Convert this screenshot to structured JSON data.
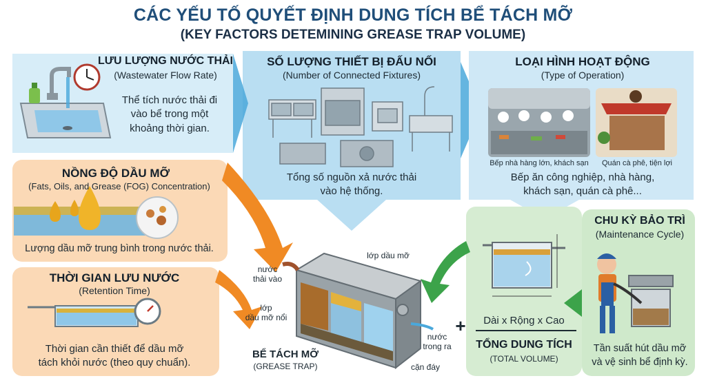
{
  "header": {
    "title": "CÁC YẾU TỐ QUYẾT ĐỊNH DUNG TÍCH BỂ TÁCH MỠ",
    "subtitle": "(KEY FACTORS DETEMINING GREASE TRAP VOLUME)"
  },
  "flow_rate": {
    "title": "LƯU LƯỢNG NƯỚC THẢI",
    "title_en": "(Wastewater Flow Rate)",
    "desc_1": "Thể tích nước thải đi",
    "desc_2": "vào bể trong một",
    "desc_3": "khoảng thời gian."
  },
  "fixtures": {
    "title": "SỐ LƯỢNG THIẾT BỊ ĐẤU NỐI",
    "title_en": "(Number of Connected Fixtures)",
    "desc_1": "Tổng số nguồn xả nước thải",
    "desc_2": "vào hệ thống."
  },
  "operation": {
    "title": "LOẠI HÌNH HOẠT ĐỘNG",
    "title_en": "(Type of Operation)",
    "photo_1_caption": "Bếp nhà hàng lớn, khách sạn",
    "photo_2_caption": "Quán cà phê, tiện lợi",
    "desc_1": "Bếp ăn công nghiệp, nhà hàng,",
    "desc_2": "khách sạn, quán cà phê..."
  },
  "fog": {
    "title": "NỒNG ĐỘ DẦU MỠ",
    "title_en": "(Fats, Oils, and Grease (FOG) Concentration)",
    "desc": "Lượng dầu mỡ trung bình trong nước thải."
  },
  "retention": {
    "title": "THỜI GIAN LƯU NƯỚC",
    "title_en": "(Retention Time)",
    "desc_1": "Thời gian cần thiết để dầu mỡ",
    "desc_2": "tách khỏi nước (theo quy chuẩn)."
  },
  "trap": {
    "inlet_1": "nước",
    "inlet_2": "thải vào",
    "grease_layer": "lớp dầu mỡ",
    "floating_1": "lớp",
    "floating_2": "dầu mỡ nổi",
    "outlet_1": "nước",
    "outlet_2": "trong ra",
    "sediment": "cặn đáy",
    "name": "BỂ TÁCH MỠ",
    "name_en": "(GREASE TRAP)"
  },
  "volume": {
    "formula": "Dài x Rộng x Cao",
    "plus": "+",
    "total": "TỔNG DUNG TÍCH",
    "total_en": "(TOTAL VOLUME)"
  },
  "maintenance": {
    "title": "CHU KỲ BẢO TRÌ",
    "title_en": "(Maintenance Cycle)",
    "desc_1": "Tần suất hút dầu mỡ",
    "desc_2": "và vệ sinh bể định kỳ."
  },
  "colors": {
    "title_blue": "#1f4e79",
    "panel_blue": "#cfe8f6",
    "panel_orange": "#fbd9b6",
    "panel_green": "#d6ecd2",
    "arrow_orange": "#f08a24",
    "arrow_green": "#3ca34a",
    "arrow_blue": "#4aa8db"
  }
}
